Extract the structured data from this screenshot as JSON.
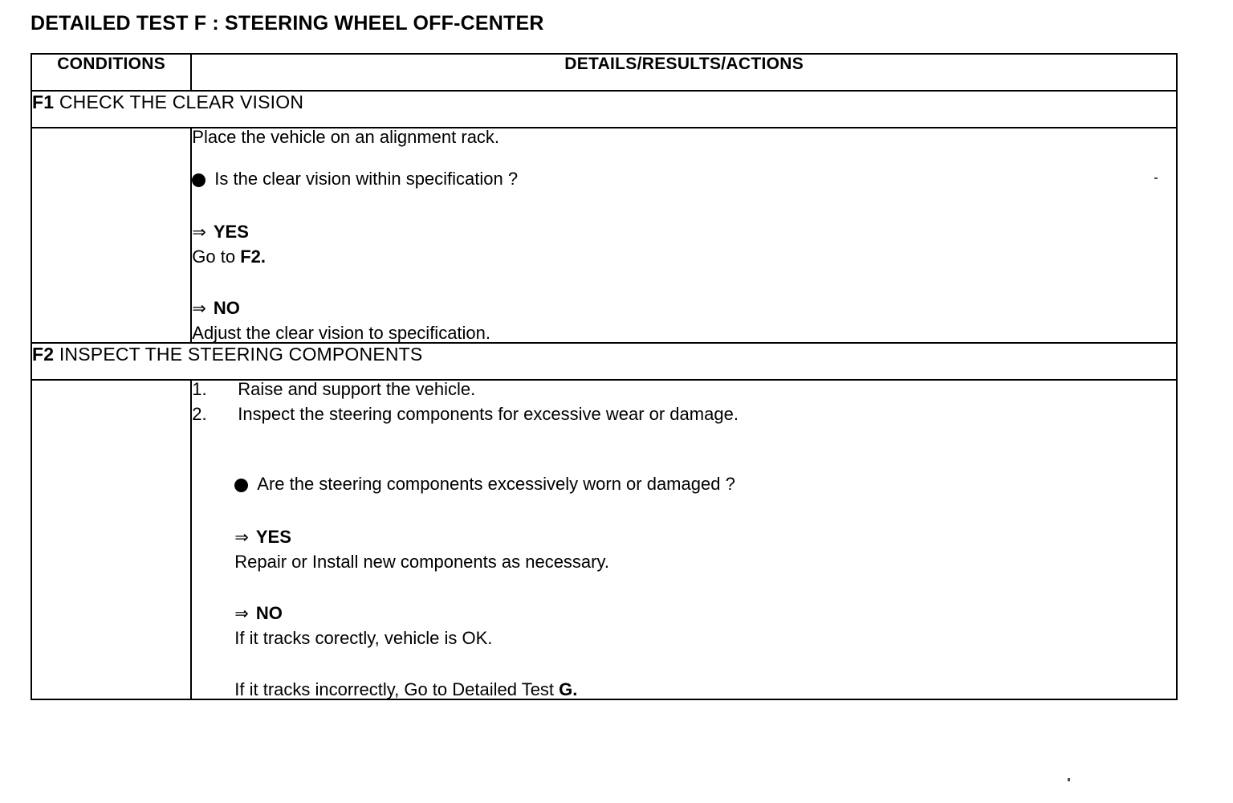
{
  "document": {
    "title": "DETAILED TEST F : STEERING WHEEL OFF-CENTER"
  },
  "table": {
    "headers": {
      "conditions": "CONDITIONS",
      "details": "DETAILS/RESULTS/ACTIONS"
    },
    "sections": [
      {
        "code": "F1",
        "heading": "CHECK THE CLEAR VISION",
        "lead": "Place the vehicle on an alignment rack.",
        "question": "Is the clear vision within specification ?",
        "answers": [
          {
            "arrow": "⇒",
            "label": "YES",
            "text_before": "Go to ",
            "text_strong": "F2.",
            "text_after": ""
          },
          {
            "arrow": "⇒",
            "label": "NO",
            "text_before": "Adjust the clear vision to specification.",
            "text_strong": "",
            "text_after": ""
          }
        ]
      },
      {
        "code": "F2",
        "heading": "INSPECT THE STEERING COMPONENTS",
        "steps": [
          {
            "num": "1.",
            "text": "Raise and support the vehicle."
          },
          {
            "num": "2.",
            "text": "Inspect the steering components for excessive wear or damage."
          }
        ],
        "question": "Are the steering components excessively worn or damaged ?",
        "answers": [
          {
            "arrow": "⇒",
            "label": "YES",
            "text_before": "Repair or Install new components as necessary.",
            "text_strong": "",
            "text_after": ""
          },
          {
            "arrow": "⇒",
            "label": "NO",
            "text_before": "If it tracks corectly, vehicle is OK.",
            "text_strong": "",
            "text_after": ""
          }
        ],
        "closing_before": "If it tracks incorrectly, Go to Detailed Test ",
        "closing_strong": "G.",
        "closing_after": ""
      }
    ]
  },
  "colors": {
    "ink": "#000000",
    "paper": "#ffffff"
  }
}
